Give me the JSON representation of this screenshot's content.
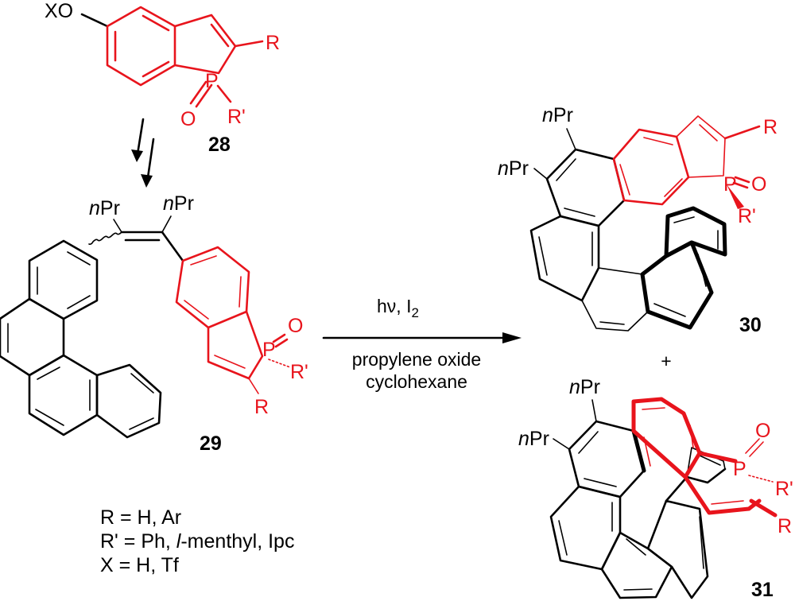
{
  "scheme": {
    "colors": {
      "highlight": "#e8141c",
      "ink": "#000000"
    },
    "compounds": {
      "c28": {
        "label": "28",
        "substituents": {
          "xo": "XO",
          "r": "R",
          "rp": "R'",
          "o": "O",
          "p": "P"
        }
      },
      "c29": {
        "label": "29",
        "substituents": {
          "npr_italic": "n",
          "npr": "Pr",
          "r": "R",
          "rp": "R'",
          "o": "O",
          "p": "P"
        }
      },
      "c30": {
        "label": "30",
        "substituents": {
          "npr_italic": "n",
          "npr": "Pr",
          "r": "R",
          "rp": "R'",
          "o": "O",
          "p": "P"
        }
      },
      "c31": {
        "label": "31",
        "substituents": {
          "npr_italic": "n",
          "npr": "Pr",
          "r": "R",
          "rp": "R'",
          "o": "O",
          "p": "P"
        }
      }
    },
    "reaction": {
      "reagents_main": "hν,  I",
      "reagents_sub": "2",
      "solvent_line1": "propylene oxide",
      "solvent_line2": "cyclohexane",
      "plus": "+"
    },
    "definitions": {
      "r_line": "R = H, Ar",
      "rp_line_prefix": "R' = Ph, ",
      "rp_line_italic": "l",
      "rp_line_suffix": "-menthyl, Ipc",
      "x_line": "X = H, Tf"
    }
  }
}
